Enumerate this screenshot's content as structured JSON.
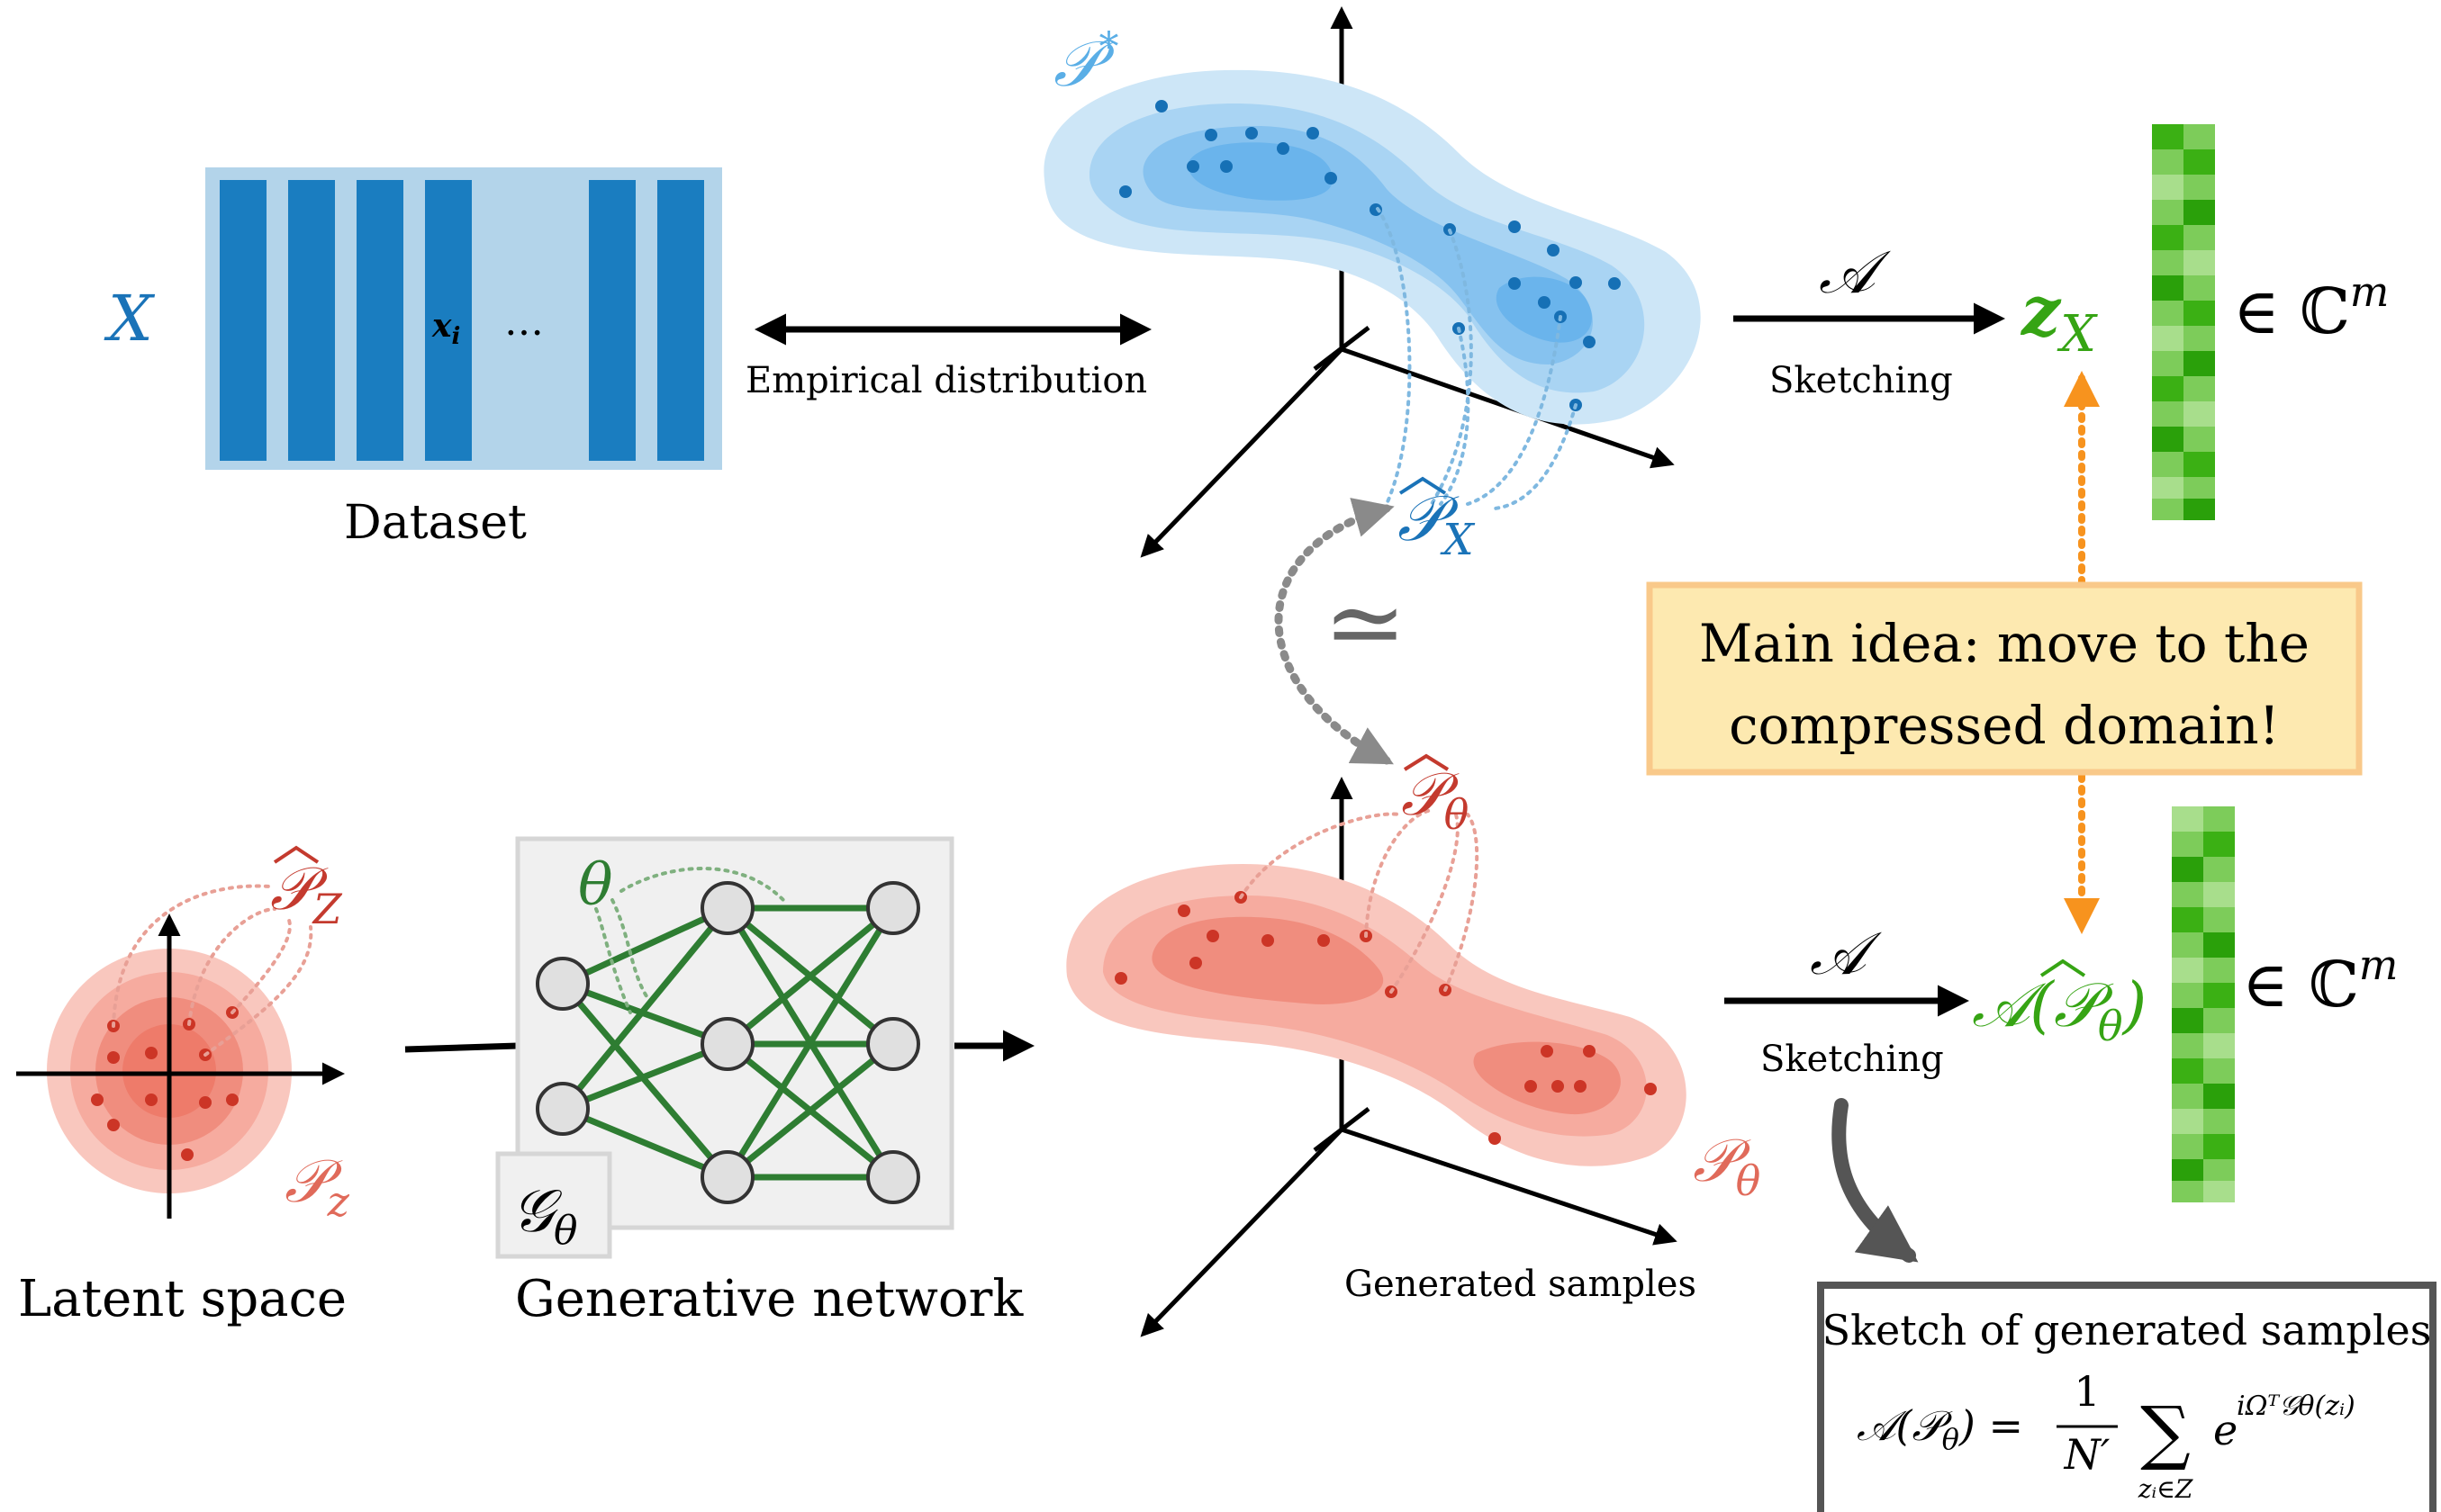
{
  "labels": {
    "X": "X",
    "xi": "x",
    "xi_sub": "i",
    "ellipsis": "…",
    "dataset": "Dataset",
    "empirical_distribution": "Empirical distribution",
    "p_star": "𝒫",
    "p_star_sup": "*",
    "p_hat_x": "𝒫",
    "p_hat_x_sub": "X",
    "A_top": "𝒜",
    "sketching_top": "Sketching",
    "z_x": "z",
    "z_x_sub": "X",
    "in_cm_top": "∈ ℂ",
    "in_cm_top_sup": "m",
    "approx": "≃",
    "main_idea_line1": "Main idea: move to the",
    "main_idea_line2": "compressed domain!",
    "p_hat_theta": "𝒫",
    "p_hat_theta_sub": "θ",
    "p_hat_z": "𝒫",
    "p_hat_z_sub": "Z",
    "p_z": "𝒫",
    "p_z_sub": "z",
    "latent_space": "Latent space",
    "theta": "θ",
    "g_theta": "𝒢",
    "g_theta_sub": "θ",
    "generative_network": "Generative network",
    "p_theta": "𝒫",
    "p_theta_sub": "θ",
    "generated_samples": "Generated samples",
    "A_bottom": "𝒜",
    "sketching_bottom": "Sketching",
    "a_p_theta": "𝒜(𝒫",
    "a_p_theta_sub": "θ",
    "a_p_theta_close": ")",
    "in_cm_bottom": "∈ ℂ",
    "in_cm_bottom_sup": "m",
    "sketch_title": "Sketch of generated samples",
    "formula_lhs": "𝒜(𝒫",
    "formula_lhs_sub": "θ",
    "formula_lhs_end": ") =",
    "formula_num": "1",
    "formula_den": "N′",
    "formula_sum": "∑",
    "formula_sum_sub": "zᵢ∈Z",
    "formula_e": "e",
    "formula_exp": "iΩᵀ𝒢θ(zᵢ)"
  },
  "colors": {
    "blue_dark": "#1a73b8",
    "blue_light": "#b9dcf2",
    "blue_label": "#5aaee6",
    "red_dark": "#c43a2e",
    "red_light": "#f5a89c",
    "red_label": "#e06a5a",
    "green": "#36a414",
    "green_net": "#2e7d32",
    "orange": "#f7931e",
    "idea_fill": "#fde9b0",
    "idea_border": "#f9c98a",
    "gray": "#8a8a8a"
  },
  "icons": [
    "dataset-columns",
    "blue-distribution-cloud",
    "red-distribution-cloud",
    "latent-gaussian",
    "neural-network",
    "green-sketch-vector",
    "curved-pointer-arrow"
  ]
}
